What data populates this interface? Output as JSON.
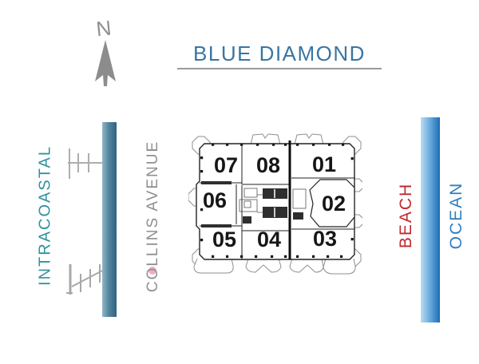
{
  "title": {
    "text": "BLUE DIAMOND",
    "color": "#3a75a3"
  },
  "compass": {
    "north_label": "N"
  },
  "side_labels": {
    "intracoastal": {
      "text": "INTRACOASTAL",
      "color": "#2f939c"
    },
    "collins_avenue": {
      "text": "COLLINS AVENUE",
      "color": "#8f8f8f"
    },
    "beach": {
      "text": "BEACH",
      "color": "#c1272d"
    },
    "ocean": {
      "text": "OCEAN",
      "color": "#2e7fc1"
    }
  },
  "waterway_bars": {
    "intracoastal": {
      "color_from": "#93b6c6",
      "color_to": "#2d6280"
    },
    "ocean": {
      "color_from": "#bcdcf2",
      "color_to": "#1e6cb5"
    }
  },
  "icons": [
    {
      "name": "north-arrow-icon",
      "color": "#8c8c8c"
    },
    {
      "name": "boat-dock-icon",
      "color": "#a8a8a8"
    }
  ],
  "floorplan": {
    "units": [
      {
        "label": "07"
      },
      {
        "label": "08"
      },
      {
        "label": "01"
      },
      {
        "label": "06"
      },
      {
        "label": "02"
      },
      {
        "label": "05"
      },
      {
        "label": "04"
      },
      {
        "label": "03"
      }
    ]
  }
}
